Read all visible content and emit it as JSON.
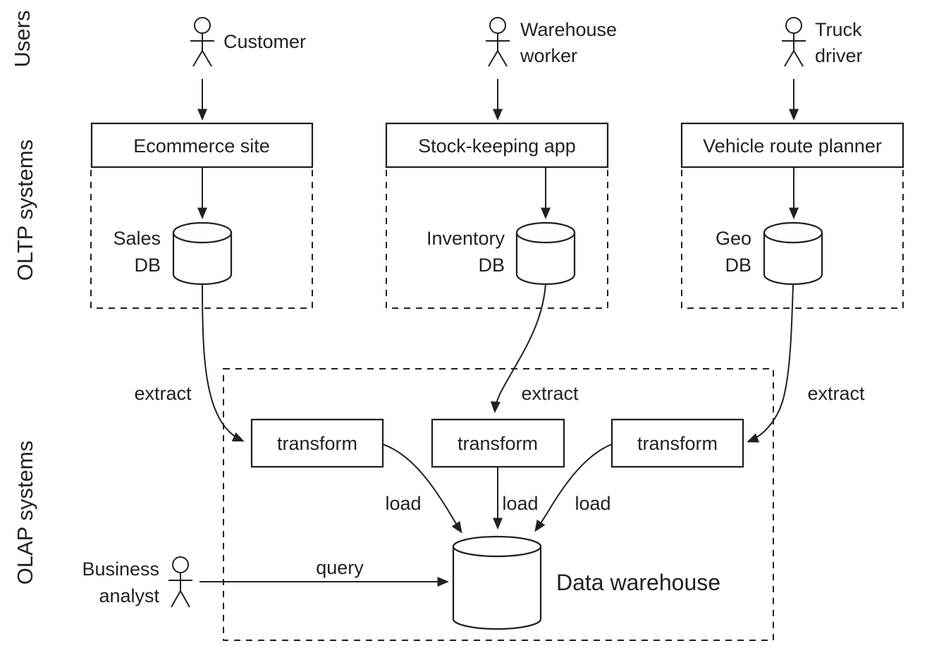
{
  "sections": {
    "users": "Users",
    "oltp": "OLTP systems",
    "olap": "OLAP systems"
  },
  "actors": {
    "customer": {
      "label": "Customer"
    },
    "warehouse_worker": {
      "line1": "Warehouse",
      "line2": "worker"
    },
    "truck_driver": {
      "line1": "Truck",
      "line2": "driver"
    },
    "business_analyst": {
      "line1": "Business",
      "line2": "analyst"
    }
  },
  "apps": {
    "ecommerce": {
      "label": "Ecommerce site"
    },
    "stock_keeping": {
      "label": "Stock-keeping app"
    },
    "route_planner": {
      "label": "Vehicle route planner"
    }
  },
  "databases": {
    "sales": {
      "line1": "Sales",
      "line2": "DB"
    },
    "inventory": {
      "line1": "Inventory",
      "line2": "DB"
    },
    "geo": {
      "line1": "Geo",
      "line2": "DB"
    },
    "warehouse": {
      "label": "Data warehouse"
    }
  },
  "flow": {
    "extract": "extract",
    "transform": "transform",
    "load": "load",
    "query": "query"
  },
  "colors": {
    "ink": "#231f20",
    "background": "#ffffff"
  }
}
